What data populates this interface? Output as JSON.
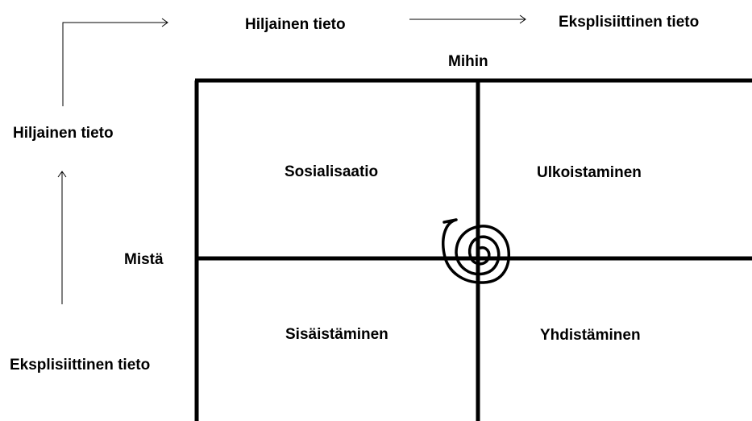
{
  "top_axis": {
    "tacit_label": "Hiljainen tieto",
    "explicit_label": "Eksplisiittinen tieto",
    "axis_title": "Mihin"
  },
  "left_axis": {
    "tacit_label": "Hiljainen tieto",
    "explicit_label": "Eksplisiittinen tieto",
    "axis_title": "Mistä"
  },
  "quadrants": {
    "top_left": "Sosialisaatio",
    "top_right": "Ulkoistaminen",
    "bottom_left": "Sisäistäminen",
    "bottom_right": "Yhdistäminen"
  },
  "colors": {
    "line": "#000000",
    "background": "#ffffff"
  },
  "icons": {
    "center": "spiral-icon",
    "arrows": "arrow-right-icon"
  }
}
